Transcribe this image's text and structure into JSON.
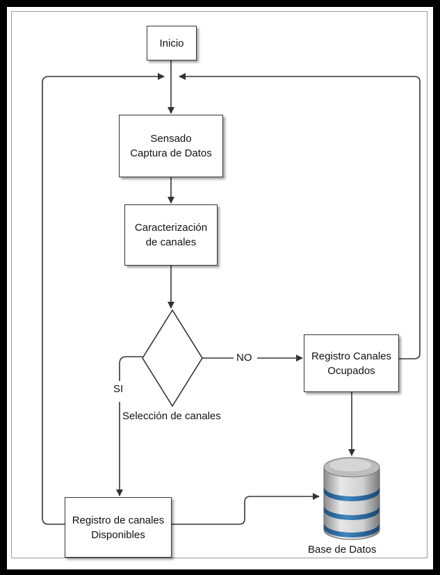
{
  "nodes": {
    "inicio": "Inicio",
    "sensado_line1": "Sensado",
    "sensado_line2": "Captura de Datos",
    "caract_line1": "Caracterización",
    "caract_line2": "de canales",
    "decision": "Selección de canales",
    "ocupados_line1": "Registro Canales",
    "ocupados_line2": "Ocupados",
    "disponibles_line1": "Registro de canales",
    "disponibles_line2": "Disponibles",
    "database": "Base de Datos"
  },
  "edges": {
    "no_label": "NO",
    "si_label": "SI"
  },
  "colors": {
    "line": "#333333",
    "db_top": "#c8c8c8",
    "db_band": "#2f6fa3"
  }
}
